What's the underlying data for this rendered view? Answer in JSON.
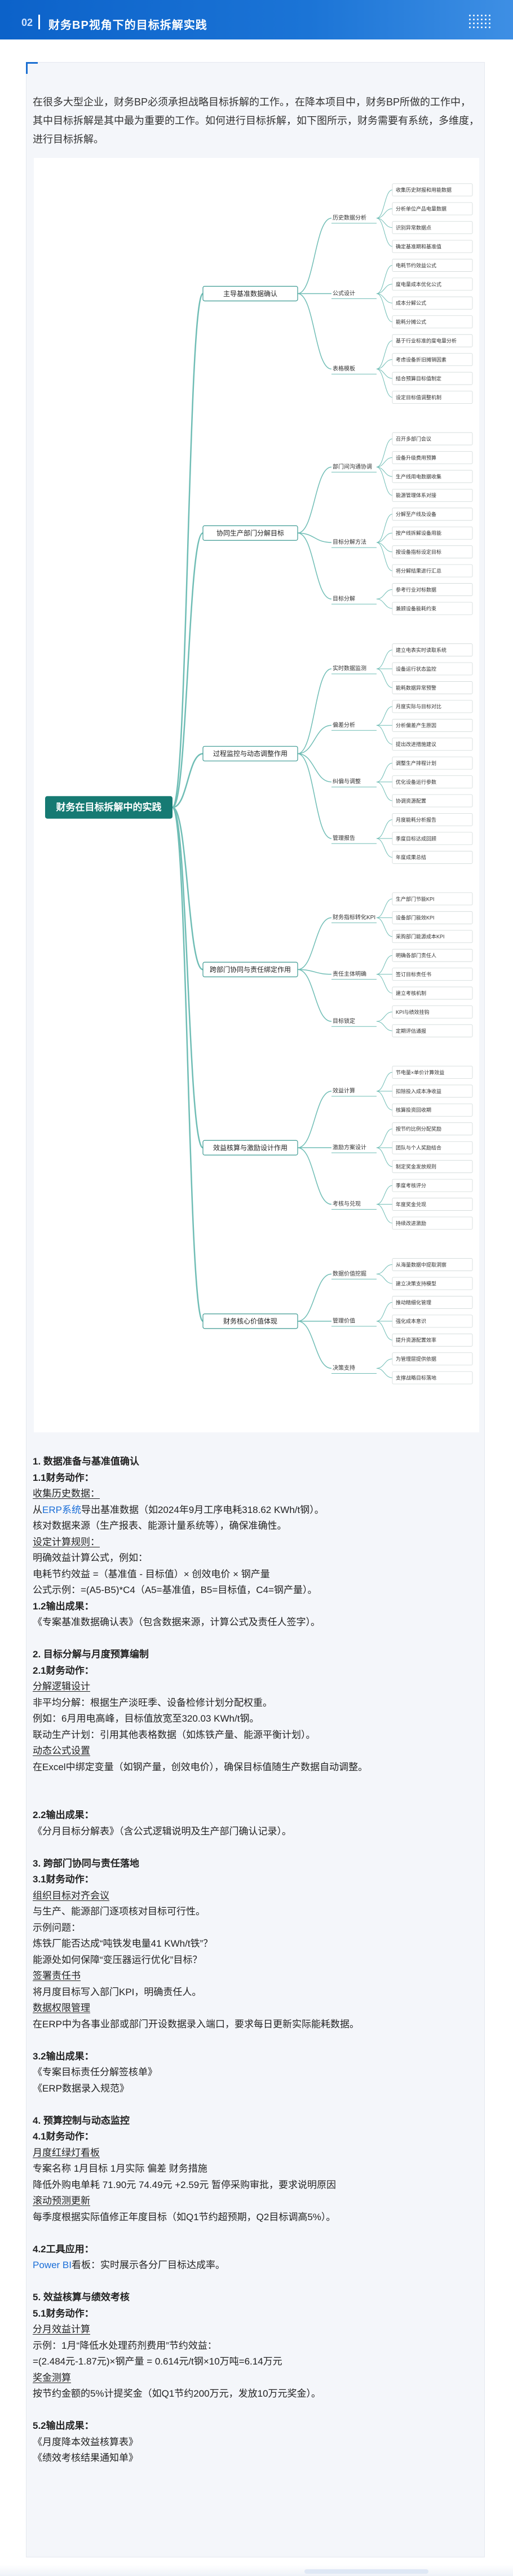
{
  "header": {
    "number": "02",
    "title": "财务BP视角下的目标拆解实践"
  },
  "intro": "在很多大型企业，财务BP必须承担战略目标拆解的工作。，在降本项目中，财务BP所做的工作中，其中目标拆解是其中最为重要的工作。如何进行目标拆解，如下图所示，财务需要有系统，多维度，进行目标拆解。",
  "mindmap": {
    "root": "财务在目标拆解中的实践",
    "branches": [
      {
        "label": "主导基准数据确认",
        "groups": [
          {
            "label": "历史数据分析",
            "leaves": [
              "收集历史财报和用能数据",
              "分析单位产品电量数据",
              "识别异常数据点",
              "确定基准期和基准值"
            ]
          },
          {
            "label": "公式设计",
            "leaves": [
              "电耗节约效益公式",
              "度电量成本优化公式",
              "成本分解公式",
              "能耗分摊公式"
            ]
          },
          {
            "label": "表格模板",
            "leaves": [
              "基于行业标准的度电量分析",
              "考虑设备折旧摊销因素",
              "结合预算目标值制定",
              "设定目标值调整机制"
            ]
          }
        ]
      },
      {
        "label": "协同生产部门分解目标",
        "groups": [
          {
            "label": "部门间沟通协调",
            "leaves": [
              "召开多部门会议",
              "设备升级费用预算",
              "生产线用电数据收集",
              "能源管理体系对接"
            ]
          },
          {
            "label": "目标分解方法",
            "leaves": [
              "分解至产线及设备",
              "按产线拆解设备用能",
              "按设备指标设定目标",
              "将分解结果进行汇总"
            ]
          },
          {
            "label": "目标分解",
            "leaves": [
              "参考行业对标数据",
              "兼顾设备能耗约束"
            ]
          }
        ]
      },
      {
        "label": "过程监控与动态调整作用",
        "groups": [
          {
            "label": "实时数据监测",
            "leaves": [
              "建立电表实时读取系统",
              "设备运行状态监控",
              "能耗数据异常预警"
            ]
          },
          {
            "label": "偏差分析",
            "leaves": [
              "月度实际与目标对比",
              "分析偏差产生原因",
              "提出改进措施建议"
            ]
          },
          {
            "label": "纠偏与调整",
            "leaves": [
              "调整生产排程计划",
              "优化设备运行参数",
              "协调资源配置"
            ]
          },
          {
            "label": "管理报告",
            "leaves": [
              "月度能耗分析报告",
              "季度目标达成回顾",
              "年度成果总结"
            ]
          }
        ]
      },
      {
        "label": "跨部门协同与责任绑定作用",
        "groups": [
          {
            "label": "财务指标转化KPI",
            "leaves": [
              "生产部门节能KPI",
              "设备部门能效KPI",
              "采购部门能源成本KPI"
            ]
          },
          {
            "label": "责任主体明确",
            "leaves": [
              "明确各部门责任人",
              "签订目标责任书",
              "建立考核机制"
            ]
          },
          {
            "label": "目标锁定",
            "leaves": [
              "KPI与绩效挂钩",
              "定期评估通报"
            ]
          }
        ]
      },
      {
        "label": "效益核算与激励设计作用",
        "groups": [
          {
            "label": "效益计算",
            "leaves": [
              "节电量×单价计算效益",
              "扣除投入成本净收益",
              "核算投资回收期"
            ]
          },
          {
            "label": "激励方案设计",
            "leaves": [
              "按节约比例分配奖励",
              "团队与个人奖励结合",
              "制定奖金发放规则"
            ]
          },
          {
            "label": "考核与兑现",
            "leaves": [
              "季度考核评分",
              "年度奖金兑现",
              "持续改进激励"
            ]
          }
        ]
      },
      {
        "label": "财务核心价值体现",
        "groups": [
          {
            "label": "数据价值挖掘",
            "leaves": [
              "从海量数据中提取洞察",
              "建立决策支持模型"
            ]
          },
          {
            "label": "管理价值",
            "leaves": [
              "推动精细化管理",
              "强化成本意识",
              "提升资源配置效率"
            ]
          },
          {
            "label": "决策支持",
            "leaves": [
              "为管理层提供依据",
              "支撑战略目标落地"
            ]
          }
        ]
      }
    ]
  },
  "content": {
    "lines": [
      {
        "text": "1. 数据准备与基准值确认",
        "style": "h"
      },
      {
        "text": "1.1财务动作：",
        "style": "h"
      },
      {
        "text": "收集历史数据：",
        "style": "u"
      },
      {
        "text": "从ERP系统导出基准数据（如2024年9月工序电耗318.62 KWh/t钢）。",
        "style": "link-lead"
      },
      {
        "text": "核对数据来源（生产报表、能源计量系统等），确保准确性。",
        "style": ""
      },
      {
        "text": "设定计算规则：",
        "style": "u"
      },
      {
        "text": "明确效益计算公式，例如：",
        "style": ""
      },
      {
        "text": "电耗节约效益 =（基准值 - 目标值）× 创效电价 × 钢产量",
        "style": ""
      },
      {
        "text": "公式示例：=(A5-B5)*C4（A5=基准值，B5=目标值，C4=钢产量）。",
        "style": ""
      },
      {
        "text": "1.2输出成果：",
        "style": "h"
      },
      {
        "text": "《专案基准数据确认表》（包含数据来源，计算公式及责任人签字）。",
        "style": ""
      },
      {
        "text": "",
        "style": ""
      },
      {
        "text": "2. 目标分解与月度预算编制",
        "style": "h"
      },
      {
        "text": "2.1财务动作：",
        "style": "h"
      },
      {
        "text": "分解逻辑设计",
        "style": "u"
      },
      {
        "text": "非平均分解：根据生产淡旺季、设备检修计划分配权重。",
        "style": ""
      },
      {
        "text": "例如：6月用电高峰，目标值放宽至320.03 KWh/t钢。",
        "style": ""
      },
      {
        "text": "联动生产计划：引用其他表格数据（如炼铁产量、能源平衡计划）。",
        "style": ""
      },
      {
        "text": "动态公式设置",
        "style": "u"
      },
      {
        "text": "在Excel中绑定变量（如钢产量，创效电价），确保目标值随生产数据自动调整。",
        "style": ""
      },
      {
        "text": "",
        "style": ""
      },
      {
        "text": "",
        "style": ""
      },
      {
        "text": "2.2输出成果：",
        "style": "h"
      },
      {
        "text": "《分月目标分解表》（含公式逻辑说明及生产部门确认记录）。",
        "style": ""
      },
      {
        "text": "",
        "style": ""
      },
      {
        "text": "3. 跨部门协同与责任落地",
        "style": "h"
      },
      {
        "text": "3.1财务动作：",
        "style": "h"
      },
      {
        "text": "组织目标对齐会议",
        "style": "u"
      },
      {
        "text": "与生产、能源部门逐项核对目标可行性。",
        "style": ""
      },
      {
        "text": "示例问题：",
        "style": ""
      },
      {
        "text": "炼铁厂能否达成“吨铁发电量41 KWh/t铁”？",
        "style": ""
      },
      {
        "text": "能源处如何保障“变压器运行优化”目标？",
        "style": ""
      },
      {
        "text": "签署责任书",
        "style": "u"
      },
      {
        "text": "将月度目标写入部门KPI，明确责任人。",
        "style": ""
      },
      {
        "text": "数据权限管理",
        "style": "u"
      },
      {
        "text": "在ERP中为各事业部或部门开设数据录入端口，要求每日更新实际能耗数据。",
        "style": ""
      },
      {
        "text": "",
        "style": ""
      },
      {
        "text": "3.2输出成果：",
        "style": "h"
      },
      {
        "text": "《专案目标责任分解签核单》",
        "style": ""
      },
      {
        "text": "《ERP数据录入规范》",
        "style": ""
      },
      {
        "text": "",
        "style": ""
      },
      {
        "text": "4. 预算控制与动态监控",
        "style": "h"
      },
      {
        "text": "4.1财务动作：",
        "style": "h"
      },
      {
        "text": "月度红绿灯看板",
        "style": "u"
      },
      {
        "text": "专案名称 1月目标 1月实际 偏差 财务措施",
        "style": ""
      },
      {
        "text": "降低外购电单耗 71.90元 74.49元 +2.59元 暂停采购审批，要求说明原因",
        "style": ""
      },
      {
        "text": "滚动预测更新",
        "style": "u"
      },
      {
        "text": "每季度根据实际值修正年度目标（如Q1节约超预期，Q2目标调高5%）。",
        "style": ""
      },
      {
        "text": "",
        "style": ""
      },
      {
        "text": "4.2工具应用：",
        "style": "h"
      },
      {
        "text": "Power BI看板：实时展示各分厂目标达成率。",
        "style": "link-lead2"
      },
      {
        "text": "",
        "style": ""
      },
      {
        "text": "5. 效益核算与绩效考核",
        "style": "h"
      },
      {
        "text": "5.1财务动作：",
        "style": "h"
      },
      {
        "text": "分月效益计算",
        "style": "u"
      },
      {
        "text": "示例：1月“降低水处理药剂费用”节约效益：",
        "style": ""
      },
      {
        "text": "=(2.484元-1.87元)×钢产量 = 0.614元/t钢×10万吨=6.14万元",
        "style": ""
      },
      {
        "text": "奖金测算",
        "style": "u"
      },
      {
        "text": "按节约金额的5%计提奖金（如Q1节约200万元，发放10万元奖金）。",
        "style": ""
      },
      {
        "text": "",
        "style": ""
      },
      {
        "text": "5.2输出成果：",
        "style": "h"
      },
      {
        "text": "《月度降本效益核算表》",
        "style": ""
      },
      {
        "text": "《绩效考核结果通知单》",
        "style": ""
      }
    ],
    "link1": "ERP系统",
    "link2": "Power BI"
  },
  "colors": {
    "accent": "#1b6fd1",
    "root_box": "#167a73",
    "branch_line": "#6fbdb5",
    "main_box_border": "#3d9a92"
  }
}
